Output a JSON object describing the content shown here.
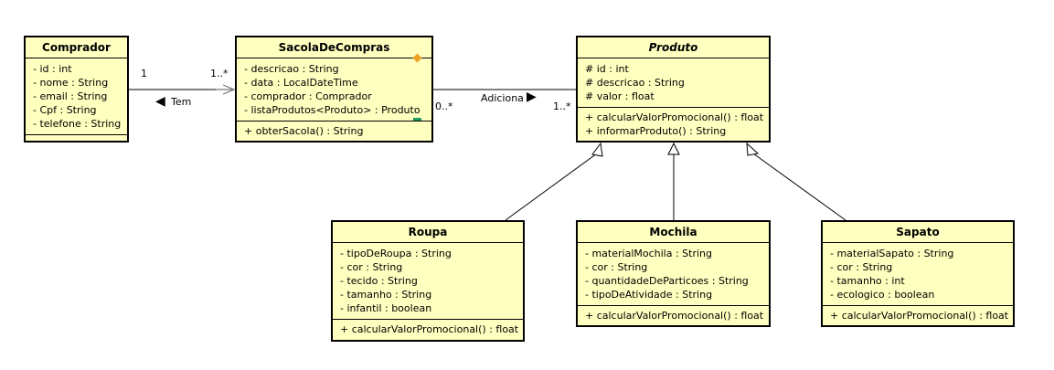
{
  "classes": {
    "comprador": {
      "name": "Comprador",
      "attributes": [
        "- id : int",
        "- nome : String",
        "- email : String",
        "- Cpf : String",
        "- telefone : String"
      ],
      "operations": []
    },
    "sacola": {
      "name": "SacolaDeCompras",
      "attributes": [
        "- descricao : String",
        "- data : LocalDateTime",
        "- comprador : Comprador",
        "- listaProdutos<Produto> : Produto"
      ],
      "operations": [
        "+ obterSacola() : String"
      ]
    },
    "produto": {
      "name": "Produto",
      "attributes": [
        "# id : int",
        "# descricao : String",
        "# valor : float"
      ],
      "operations": [
        "+ calcularValorPromocional() : float",
        "+ informarProduto() : String"
      ]
    },
    "roupa": {
      "name": "Roupa",
      "attributes": [
        "- tipoDeRoupa : String",
        "- cor : String",
        "- tecido : String",
        "- tamanho : String",
        "- infantil : boolean"
      ],
      "operations": [
        "+ calcularValorPromocional() : float"
      ]
    },
    "mochila": {
      "name": "Mochila",
      "attributes": [
        "- materialMochila : String",
        "- cor : String",
        "- quantidadeDeParticoes : String",
        "- tipoDeAtividade : String"
      ],
      "operations": [
        "+ calcularValorPromocional() : float"
      ]
    },
    "sapato": {
      "name": "Sapato",
      "attributes": [
        "- materialSapato : String",
        "- cor : String",
        "- tamanho : int",
        "- ecologico : boolean"
      ],
      "operations": [
        "+ calcularValorPromocional() : float"
      ]
    }
  },
  "associations": {
    "tem": {
      "label": "Tem",
      "direction_glyph": "◀",
      "source_multiplicity": "1",
      "target_multiplicity": "1..*"
    },
    "adiciona": {
      "label": "Adiciona",
      "direction_glyph": "▶",
      "source_multiplicity": "0..*",
      "target_multiplicity": "1..*"
    }
  },
  "colors": {
    "class_fill": "#ffffc0",
    "border": "#000000",
    "marker_orange": "#f0a020",
    "marker_green": "#20a060"
  }
}
